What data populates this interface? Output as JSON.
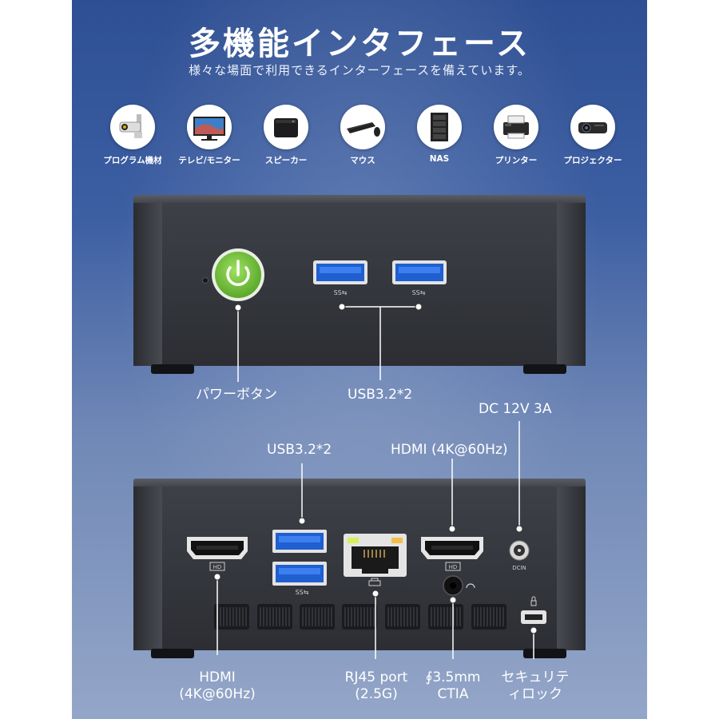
{
  "header": {
    "title": "多機能インタフェース",
    "subtitle": "様々な場面で利用できるインターフェースを備えています。"
  },
  "devices": [
    {
      "icon": "security-camera-icon",
      "label": "プログラム機材"
    },
    {
      "icon": "tv-monitor-icon",
      "label": "テレビ/モニター"
    },
    {
      "icon": "speaker-icon",
      "label": "スピーカー"
    },
    {
      "icon": "mouse-keyboard-icon",
      "label": "マウス"
    },
    {
      "icon": "nas-icon",
      "label": "NAS"
    },
    {
      "icon": "printer-icon",
      "label": "プリンター"
    },
    {
      "icon": "projector-icon",
      "label": "プロジェクター"
    }
  ],
  "front": {
    "power_label": "パワーボタン",
    "usb_label": "USB3.2*2"
  },
  "back": {
    "dc_label": "DC 12V 3A",
    "hdmi_top_label": "HDMI (4K@60Hz)",
    "usb_label": "USB3.2*2",
    "hdmi_left_line1": "HDMI",
    "hdmi_left_line2": "(4K@60Hz)",
    "rj45_line1": "RJ45 port",
    "rj45_line2": "(2.5G)",
    "audio_line1": "∮3.5mm",
    "audio_line2": "CTIA",
    "security_line1": "セキュリテ",
    "security_line2": "ィロック",
    "hd_mark": "HD",
    "dcin_mark": "DCIN",
    "ss_mark": "SS⇆"
  },
  "colors": {
    "background_top": "#2e4f93",
    "background_bottom": "#94a6c8",
    "power_button": "#7cc443",
    "usb_port": "#2a6be3",
    "pc_body": "#3a3d44"
  }
}
